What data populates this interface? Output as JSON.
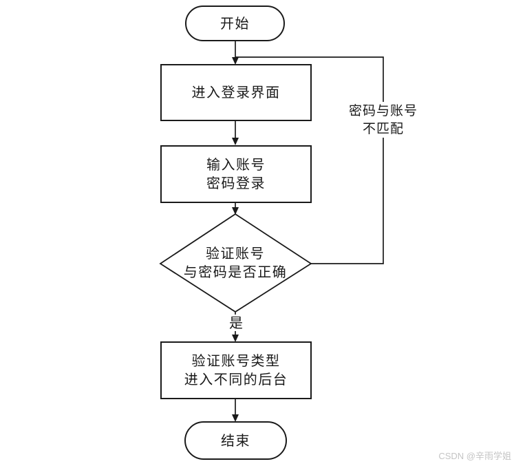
{
  "diagram_type": "flowchart",
  "nodes": {
    "start": "开始",
    "enter_login": "进入登录界面",
    "input_login": "输入账号\n密码登录",
    "decision": "验证账号\n与密码是否正确",
    "verify_type": "验证账号类型\n进入不同的后台",
    "end": "结束"
  },
  "edge_labels": {
    "yes": "是",
    "mismatch": "密码与账号\n不匹配"
  },
  "watermark": {
    "text": "CSDN @辛雨学姐"
  },
  "colors": {
    "stroke": "#1a1a1a",
    "background": "#ffffff",
    "watermark": "#c4c4c4"
  }
}
